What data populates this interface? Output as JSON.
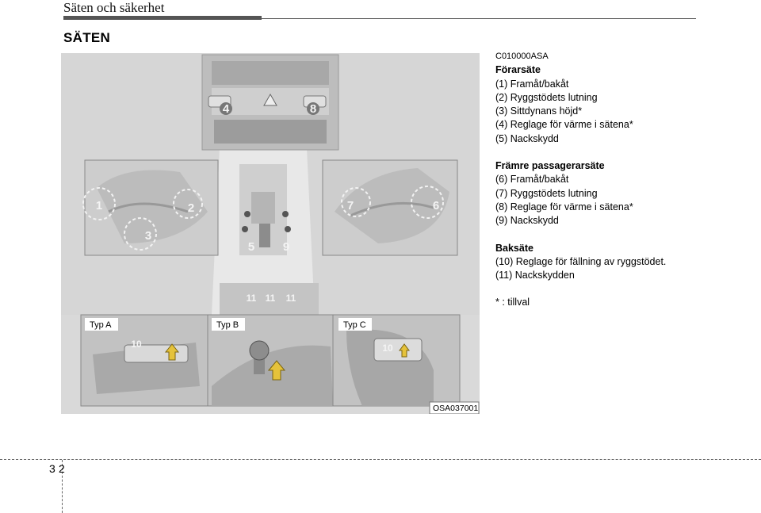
{
  "header": {
    "title": "Säten och säkerhet"
  },
  "section_title": "SÄTEN",
  "figure": {
    "labels": {
      "typ_a": "Typ A",
      "typ_b": "Typ B",
      "typ_c": "Typ C",
      "code": "OSA037001"
    },
    "callouts": {
      "n1": "1",
      "n2": "2",
      "n3": "3",
      "n4": "4",
      "n5": "5",
      "n6": "6",
      "n7": "7",
      "n8": "8",
      "n9": "9",
      "n10": "10",
      "n11": "11"
    }
  },
  "content": {
    "code": "C010000ASA",
    "groups": [
      {
        "heading": "Förarsäte",
        "items": [
          "(1) Framåt/bakåt",
          "(2) Ryggstödets lutning",
          "(3) Sittdynans höjd*",
          "(4) Reglage för värme i sätena*",
          "(5) Nackskydd"
        ]
      },
      {
        "heading": "Främre passagerarsäte",
        "items": [
          "(6) Framåt/bakåt",
          "(7) Ryggstödets lutning",
          "(8) Reglage för värme i sätena*",
          "(9) Nackskydd"
        ]
      },
      {
        "heading": "Baksäte",
        "items": [
          "(10) Reglage för fällning av ryggstödet.",
          "(11) Nackskydden"
        ]
      }
    ],
    "footnote": "* : tillval"
  },
  "page": {
    "chapter": "3",
    "number": "2"
  }
}
